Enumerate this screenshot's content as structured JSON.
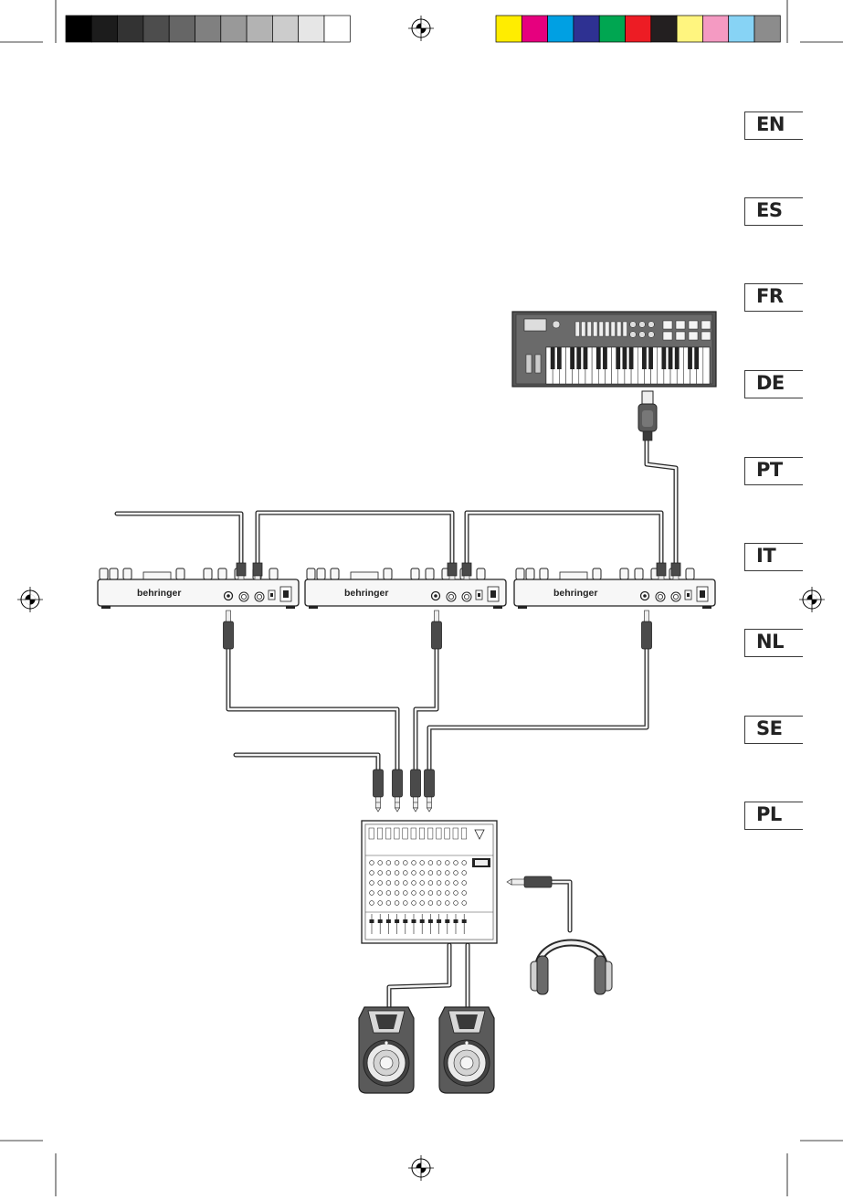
{
  "color_bars": {
    "grayscale": [
      "#000000",
      "#1c1c1c",
      "#333333",
      "#4d4d4d",
      "#666666",
      "#808080",
      "#999999",
      "#b3b3b3",
      "#cccccc",
      "#e6e6e6",
      "#ffffff"
    ],
    "process": [
      "#ffed00",
      "#e6007e",
      "#00a0e3",
      "#2e3192",
      "#00a651",
      "#ed1c24",
      "#231f20",
      "#fff57f",
      "#f49ac2",
      "#87d3f5",
      "#8c8c8c"
    ]
  },
  "languages": [
    "EN",
    "ES",
    "FR",
    "DE",
    "PT",
    "IT",
    "NL",
    "SE",
    "PL"
  ],
  "devices": {
    "synth_brand": "behringer",
    "synth_count": 3,
    "mixer_channels": 12
  },
  "icons": {
    "registration_mark": "crosshair-target-icon",
    "headphones": "headphones-icon",
    "speaker": "loudspeaker-icon",
    "midi_keyboard": "midi-keyboard-icon"
  },
  "colors": {
    "line": "#2a2a2a",
    "cable_fill": "#f2f2f2",
    "device_fill": "#f7f7f7",
    "plug_dark": "#4a4a4a",
    "keyboard_body": "#5a5a5a"
  }
}
